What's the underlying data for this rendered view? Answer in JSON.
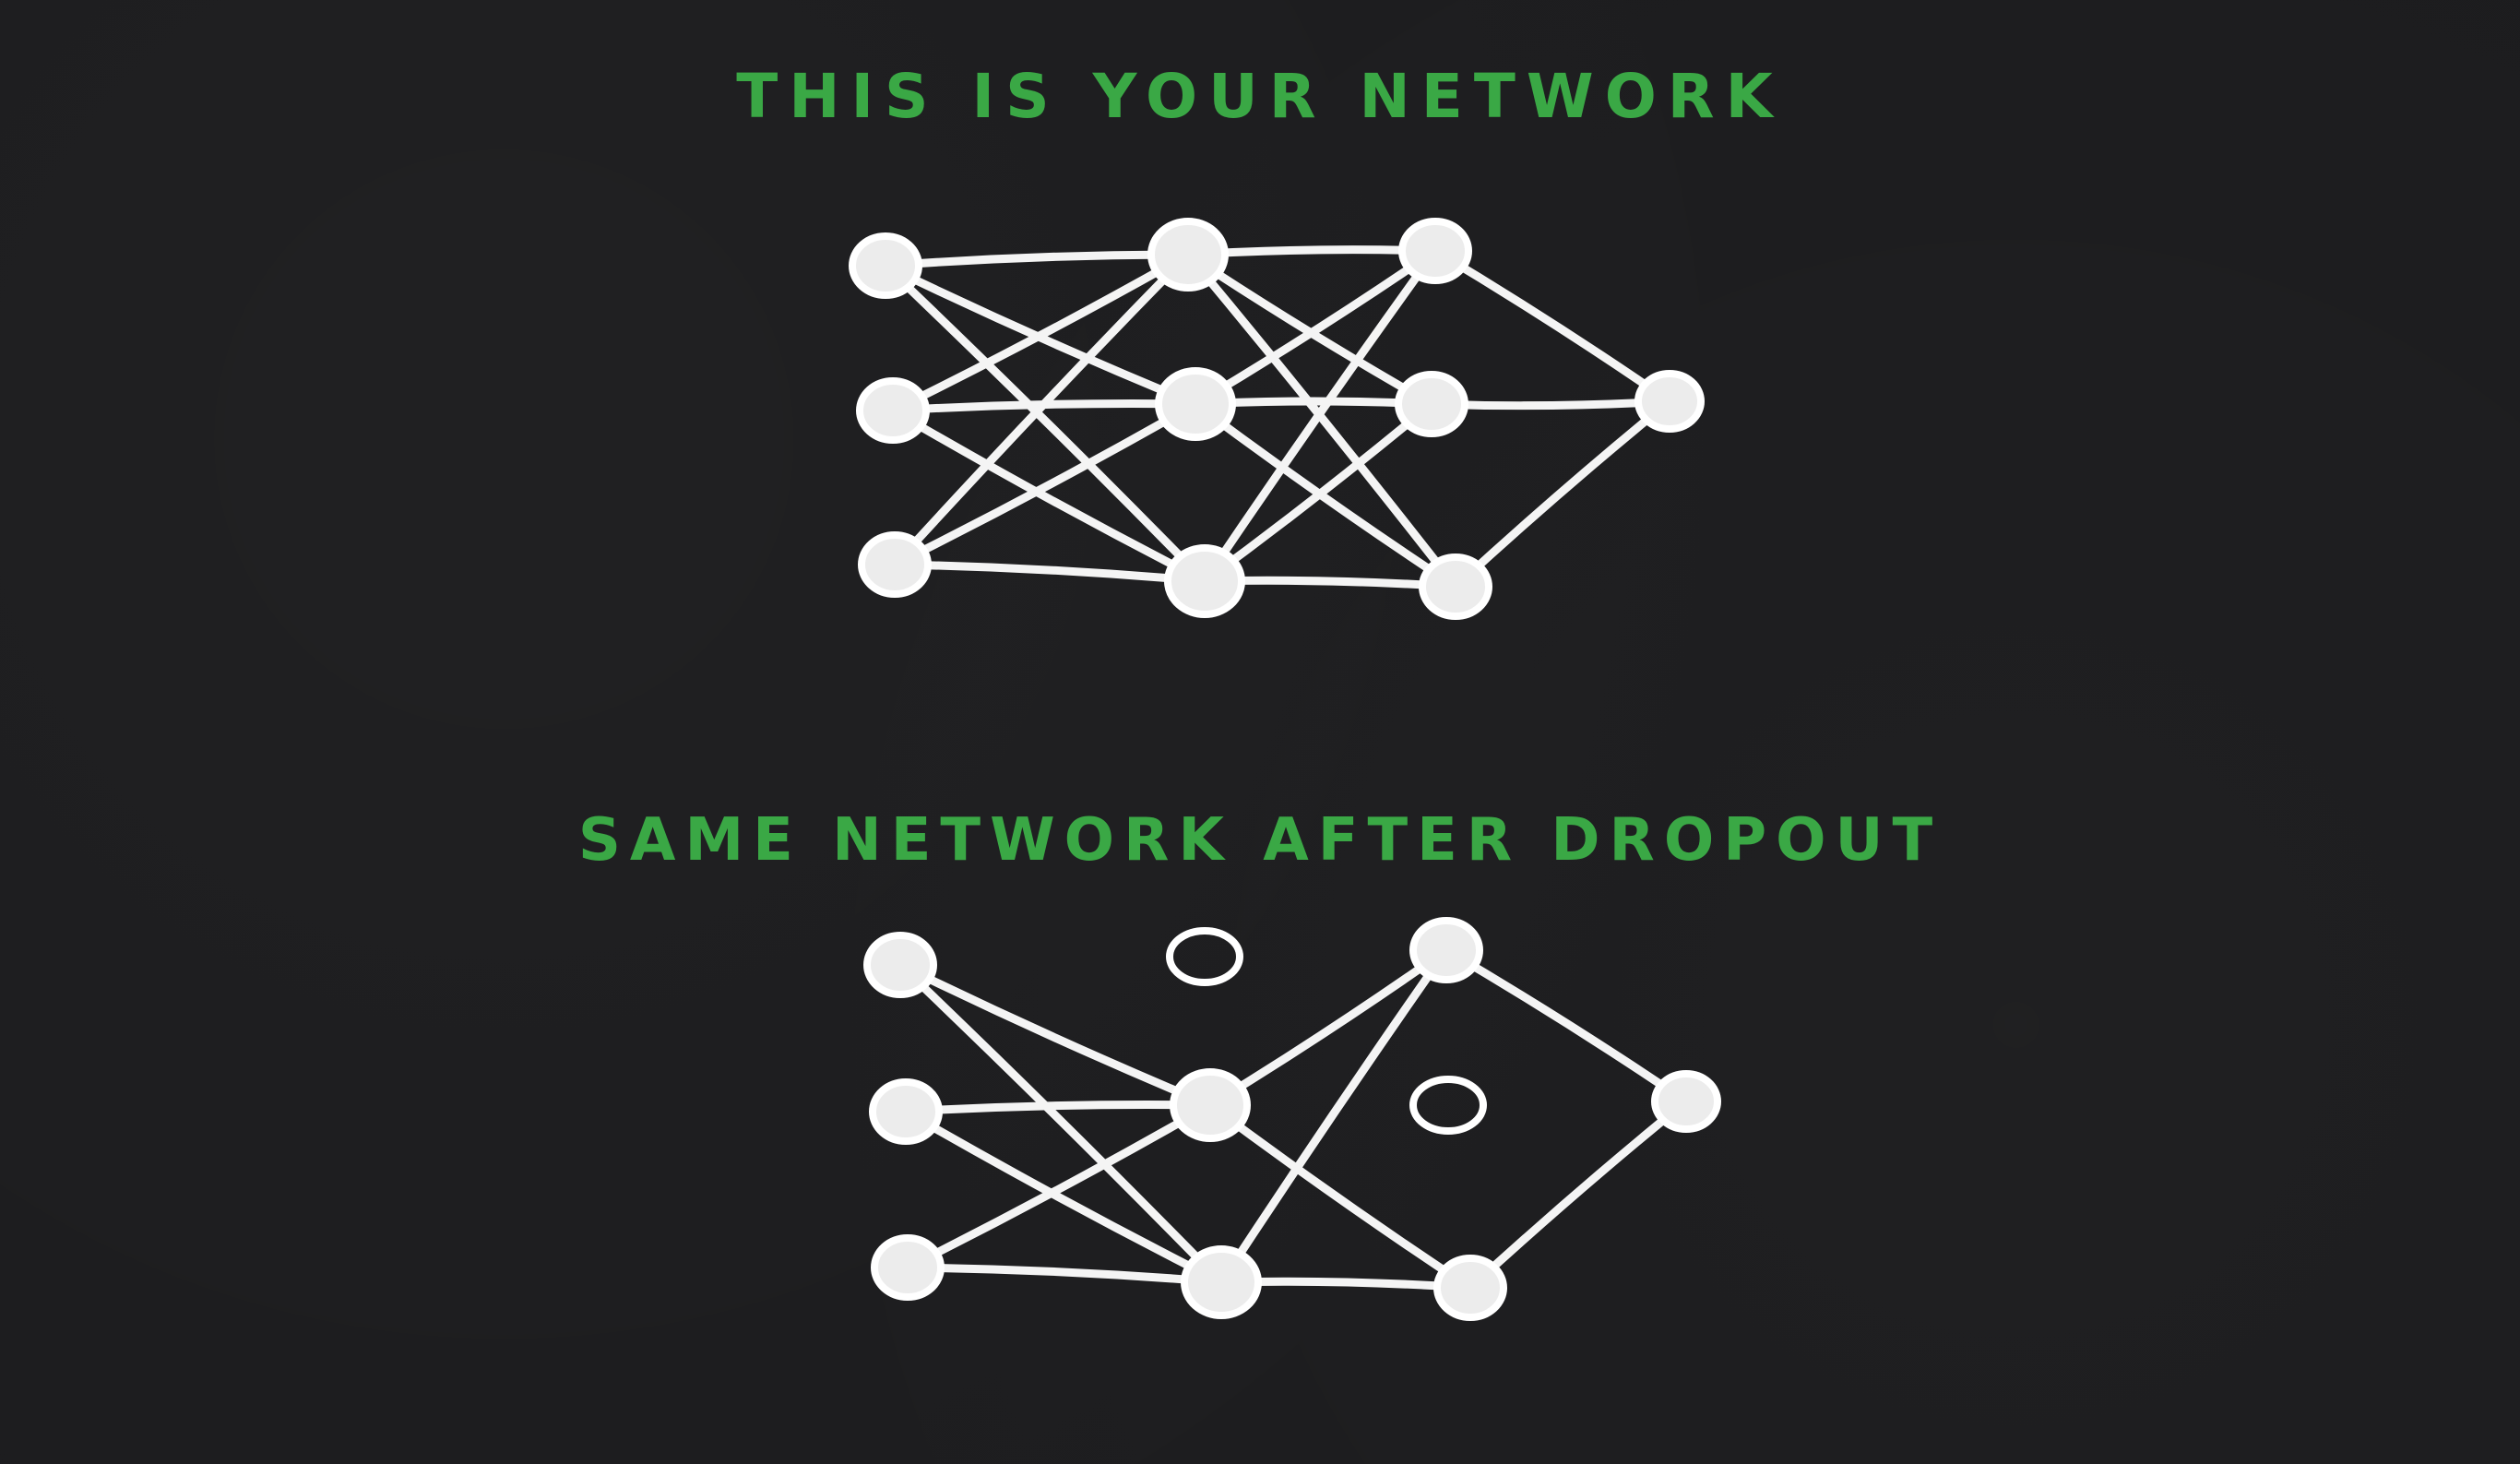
{
  "titles": {
    "full_network": "THIS IS YOUR NETWORK",
    "dropout_network": "SAME NETWORK AFTER DROPOUT"
  },
  "colors": {
    "background": "#1c1c1e",
    "heading": "#3aa845",
    "drawing": "#ffffff"
  },
  "networks": [
    {
      "id": "full",
      "layers": [
        3,
        3,
        3,
        1
      ],
      "dropped": [],
      "edges": "fully-connected"
    },
    {
      "id": "dropout",
      "layers": [
        3,
        3,
        3,
        1
      ],
      "dropped": [
        [
          1,
          0
        ],
        [
          2,
          1
        ]
      ],
      "edges": "fully-connected-active-only"
    }
  ]
}
